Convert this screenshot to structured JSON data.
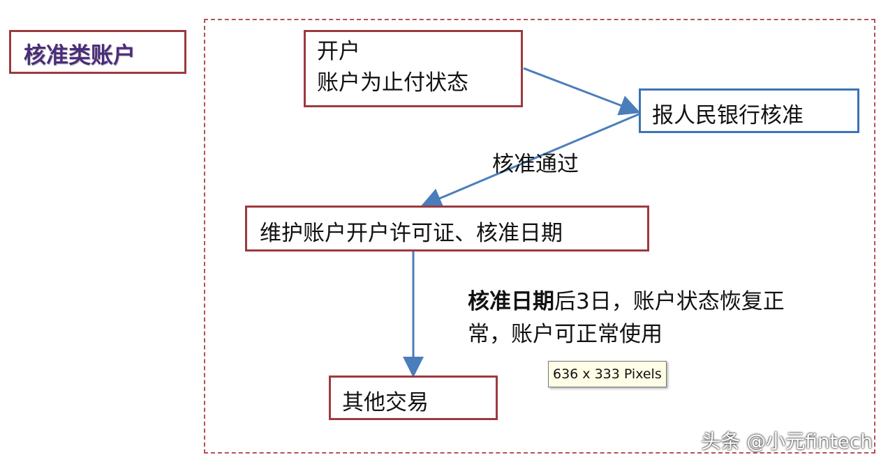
{
  "title": "核准类账户",
  "boxes": {
    "open_line1": "开户",
    "open_line2": "账户为止付状态",
    "pboc": "报人民银行核准",
    "maintain": "维护账户开户许可证、核准日期",
    "other": "其他交易"
  },
  "edge_label": "核准通过",
  "note": {
    "bold": "核准日期",
    "rest": "后3日，账户状态恢复正常，账户可正常使用"
  },
  "tooltip": "636 x 333 Pixels",
  "watermark": "头条 @小元fintech",
  "colors": {
    "box_border": "#9c3a3f",
    "pboc_border": "#3b73b5",
    "arrow": "#4a7ebb",
    "title": "#4b2d7a"
  }
}
